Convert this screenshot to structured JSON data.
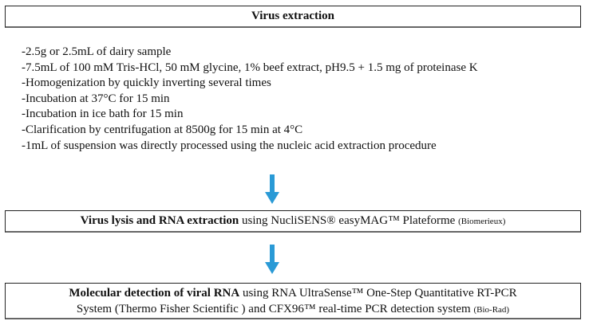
{
  "step1": {
    "title": "Virus extraction",
    "items": [
      "-2.5g or 2.5mL of dairy sample",
      "-7.5mL of 100 mM Tris-HCl, 50 mM glycine, 1% beef extract, pH9.5 + 1.5 mg of proteinase K",
      "-Homogenization by quickly inverting several times",
      "-Incubation at 37°C for 15 min",
      "-Incubation in ice bath for 15 min",
      "-Clarification by centrifugation at 8500g for 15 min at 4°C",
      "-1mL of suspension was directly processed using the nucleic acid extraction procedure"
    ]
  },
  "step2": {
    "bold": "Virus lysis and RNA extraction",
    "text": " using NucliSENS® easyMAG™ Plateforme ",
    "small": "(Biomerieux)"
  },
  "step3": {
    "bold": "Molecular detection of viral RNA",
    "text1": " using RNA UltraSense™ One-Step Quantitative RT-PCR",
    "text2": "System (Thermo Fisher Scientific ) and CFX96™ real-time PCR detection system ",
    "small": "(Bio-Rad)"
  },
  "arrows": {
    "color": "#2a9ad6",
    "icon": "arrow-down-icon"
  }
}
